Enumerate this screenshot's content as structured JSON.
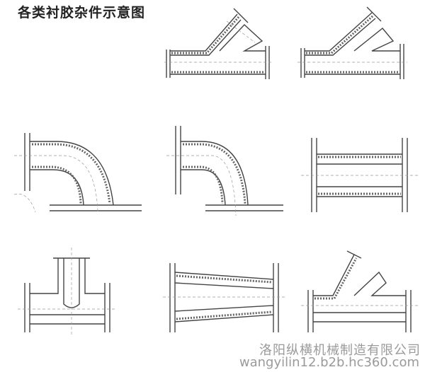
{
  "title": "各类衬胶杂件示意图",
  "watermark": {
    "company": "洛阳纵横机械制造有限公司",
    "url": "wangyilin12.b2b.hc360.com"
  },
  "drawings": [
    "45-degree-lateral-tee",
    "45-degree-lateral-tee-variant",
    "long-radius-elbow",
    "short-radius-elbow",
    "straight-spool",
    "equal-tee",
    "eccentric-reducer",
    "wye-lateral"
  ]
}
